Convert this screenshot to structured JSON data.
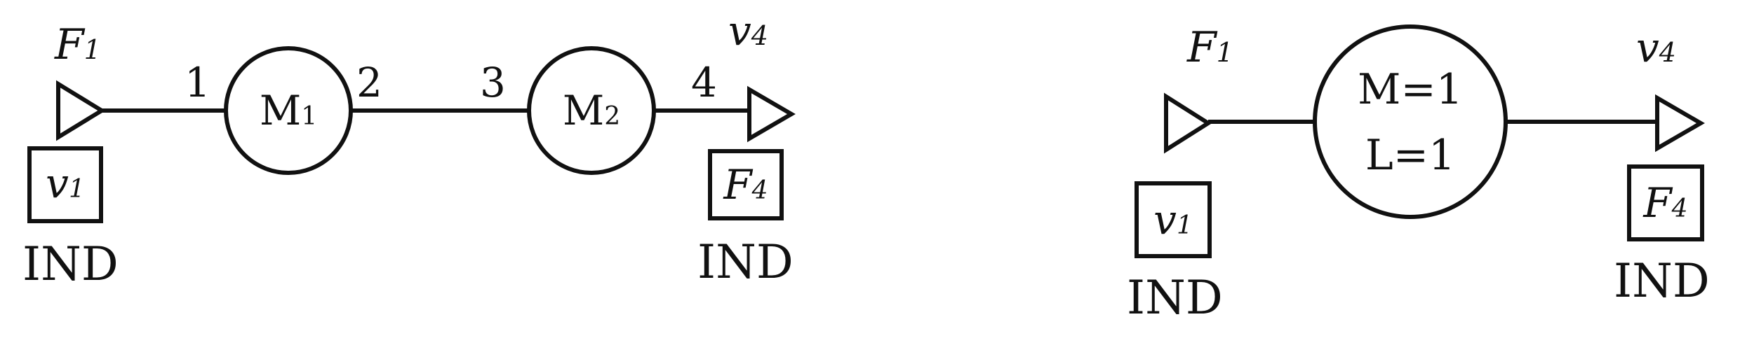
{
  "left_diagram": {
    "input_force": {
      "base": "F",
      "sub": "1"
    },
    "input_velocity": {
      "base": "v",
      "sub": "1"
    },
    "input_type": "IND",
    "port_labels": [
      "1",
      "2",
      "3",
      "4"
    ],
    "mass1": {
      "base": "M",
      "sub": "1"
    },
    "mass2": {
      "base": "M",
      "sub": "2"
    },
    "output_velocity": {
      "base": "v",
      "sub": "4"
    },
    "output_force": {
      "base": "F",
      "sub": "4"
    },
    "output_type": "IND"
  },
  "right_diagram": {
    "input_force": {
      "base": "F",
      "sub": "1"
    },
    "input_velocity": {
      "base": "v",
      "sub": "1"
    },
    "input_type": "IND",
    "element_line1": "M=1",
    "element_line2": "L=1",
    "output_velocity": {
      "base": "v",
      "sub": "4"
    },
    "output_force": {
      "base": "F",
      "sub": "4"
    },
    "output_type": "IND"
  },
  "colors": {
    "ink": "#111111",
    "background": "#ffffff"
  }
}
